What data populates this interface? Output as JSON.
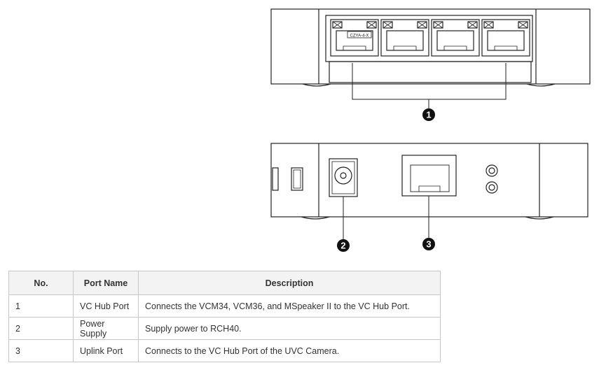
{
  "figure": {
    "chip_label": "CZYA-4-X",
    "callouts": [
      "1",
      "2",
      "3"
    ]
  },
  "table": {
    "headers": [
      "No.",
      "Port Name",
      "Description"
    ],
    "rows": [
      [
        "1",
        "VC Hub Port",
        "Connects the VCM34, VCM36, and MSpeaker II to the VC Hub Port."
      ],
      [
        "2",
        "Power Supply",
        "Supply power to RCH40."
      ],
      [
        "3",
        "Uplink Port",
        "Connects to the VC Hub Port of the UVC Camera."
      ]
    ]
  }
}
